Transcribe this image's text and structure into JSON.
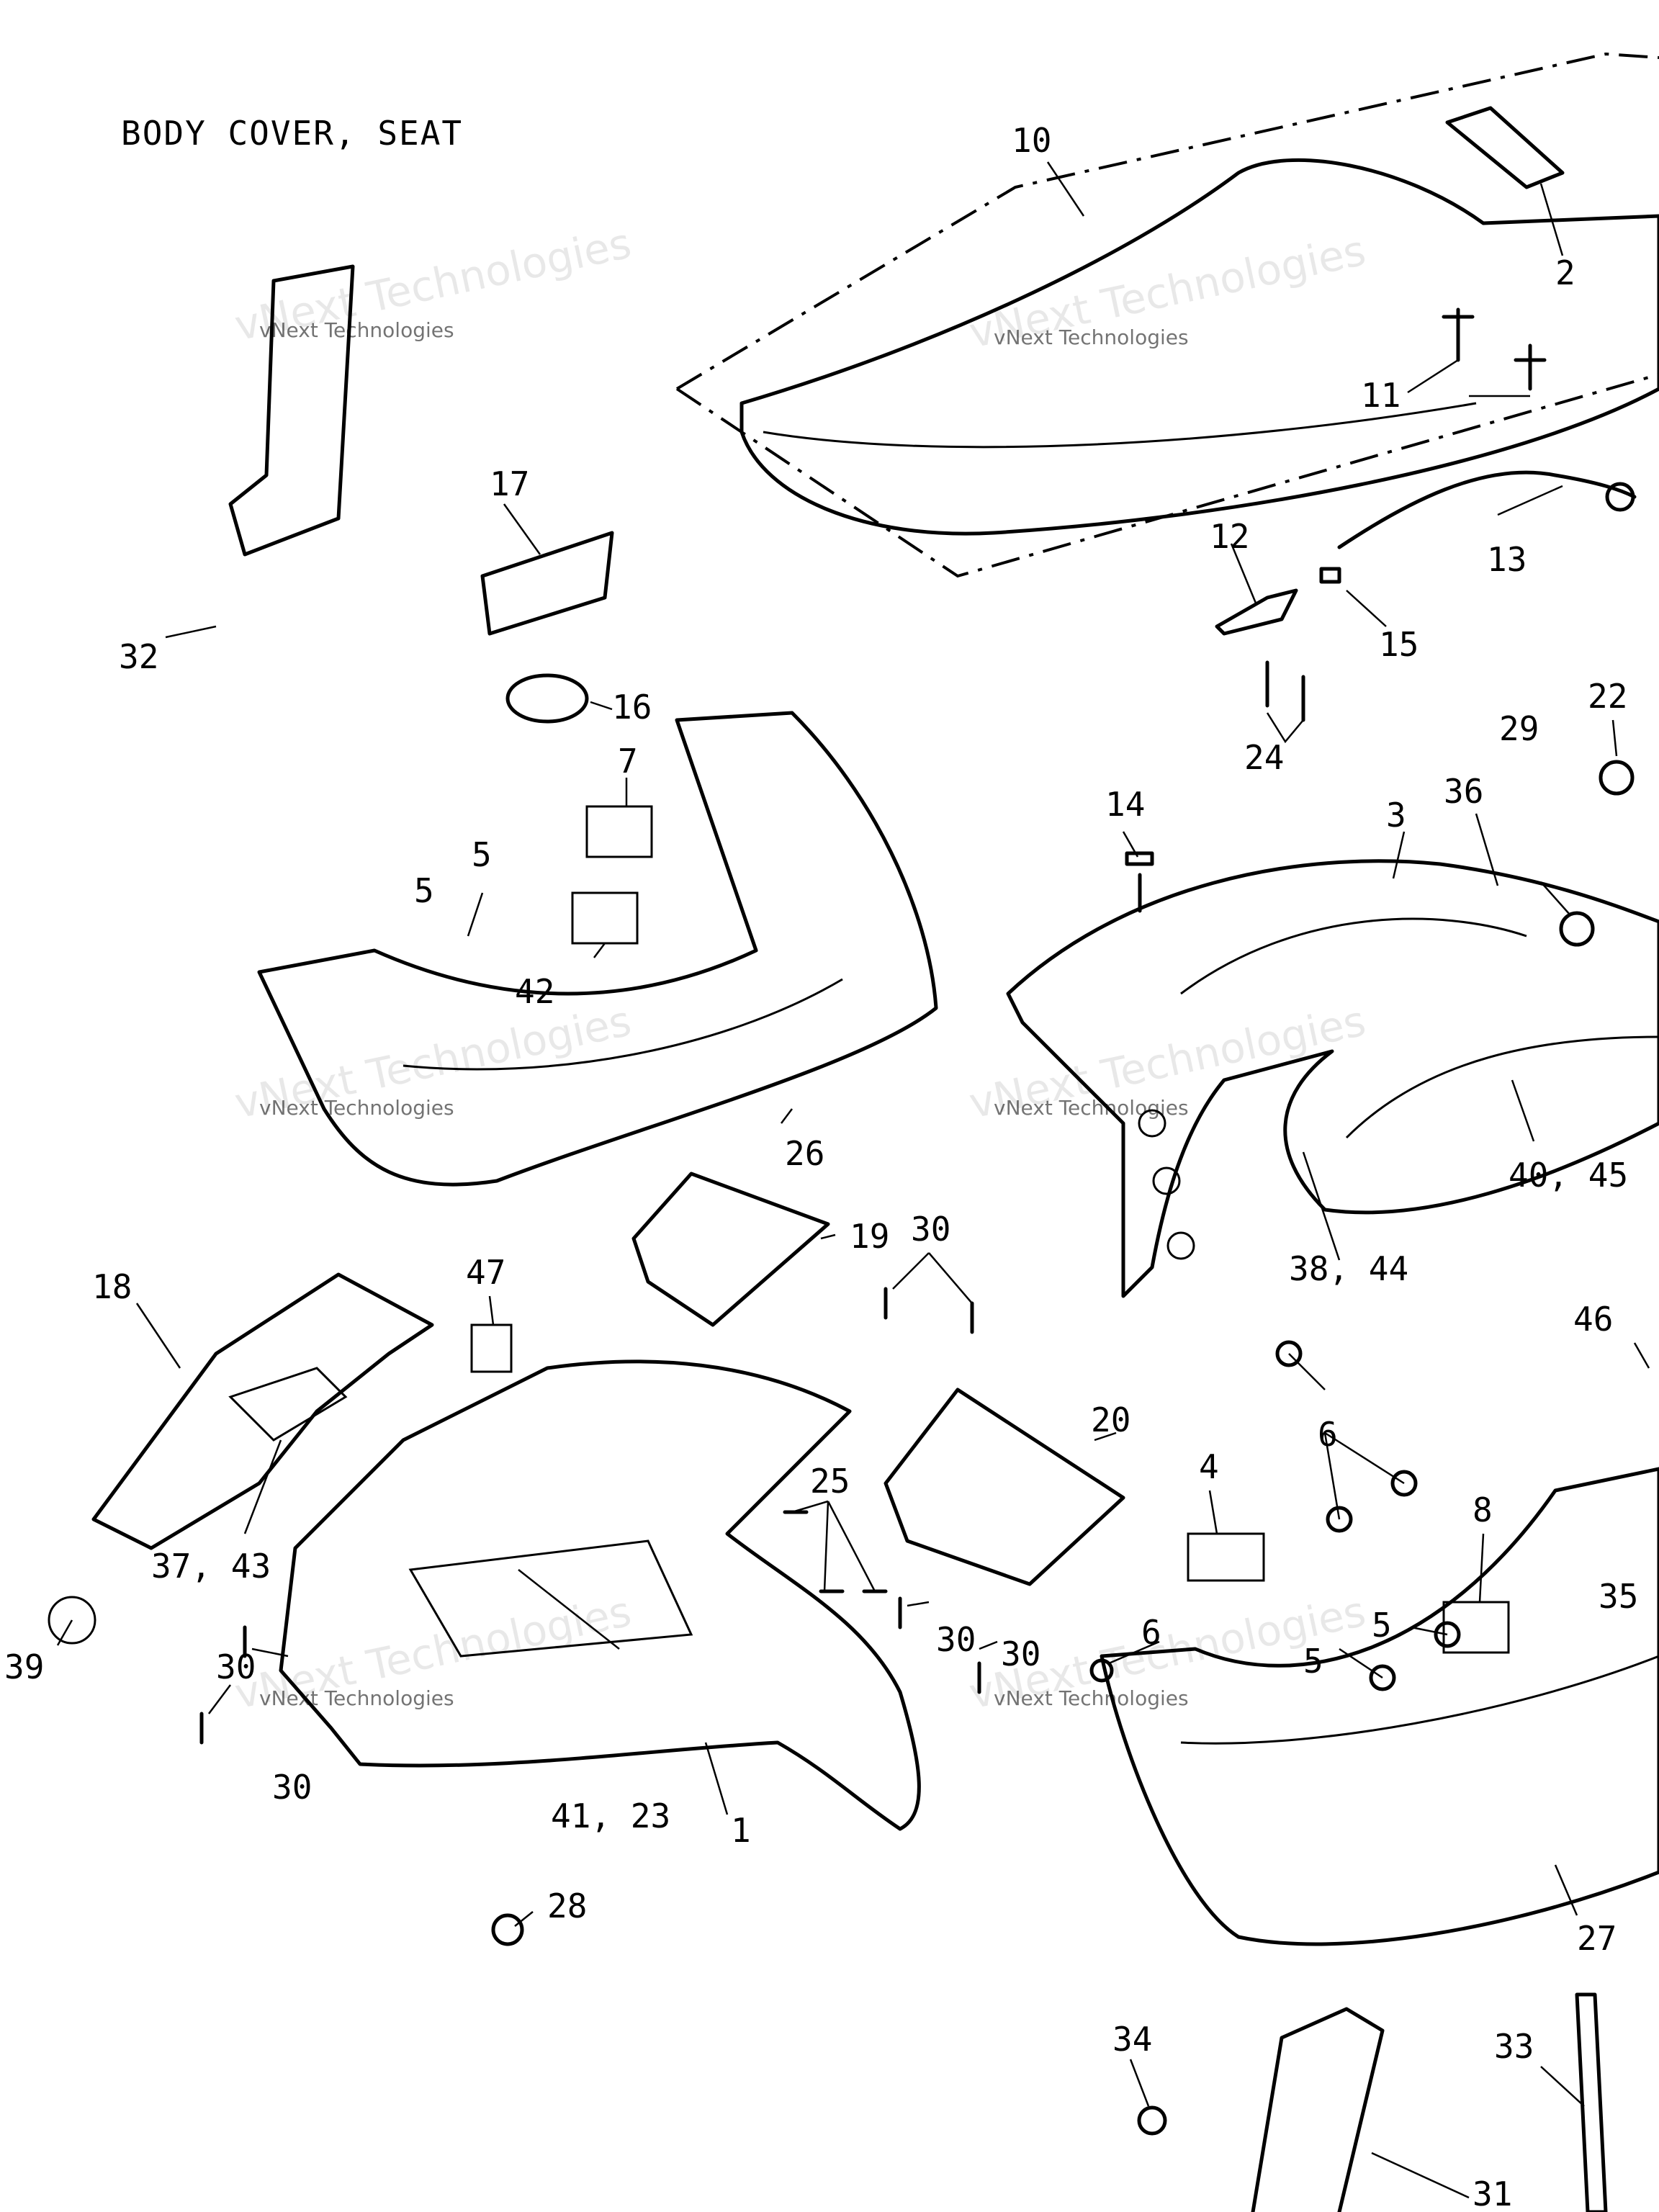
{
  "title": "BODY COVER, SEAT",
  "watermark": {
    "company": "vNext Technologies"
  },
  "callouts": [
    {
      "id": "c10",
      "text": "10"
    },
    {
      "id": "c2",
      "text": "2"
    },
    {
      "id": "c11",
      "text": "11"
    },
    {
      "id": "c13",
      "text": "13"
    },
    {
      "id": "c12",
      "text": "12"
    },
    {
      "id": "c15",
      "text": "15"
    },
    {
      "id": "c24",
      "text": "24"
    },
    {
      "id": "c22",
      "text": "22"
    },
    {
      "id": "c29",
      "text": "29"
    },
    {
      "id": "c36",
      "text": "36"
    },
    {
      "id": "c3",
      "text": "3"
    },
    {
      "id": "c14",
      "text": "14"
    },
    {
      "id": "c17",
      "text": "17"
    },
    {
      "id": "c32",
      "text": "32"
    },
    {
      "id": "c16",
      "text": "16"
    },
    {
      "id": "c7",
      "text": "7"
    },
    {
      "id": "c5a",
      "text": "5"
    },
    {
      "id": "c5b",
      "text": "5"
    },
    {
      "id": "c42",
      "text": "42"
    },
    {
      "id": "c26",
      "text": "26"
    },
    {
      "id": "c40_45",
      "text": "40, 45"
    },
    {
      "id": "c38_44",
      "text": "38, 44"
    },
    {
      "id": "c19",
      "text": "19"
    },
    {
      "id": "c30a",
      "text": "30"
    },
    {
      "id": "c18",
      "text": "18"
    },
    {
      "id": "c47",
      "text": "47"
    },
    {
      "id": "c46",
      "text": "46"
    },
    {
      "id": "c37_43",
      "text": "37, 43"
    },
    {
      "id": "c39",
      "text": "39"
    },
    {
      "id": "c20",
      "text": "20"
    },
    {
      "id": "c25",
      "text": "25"
    },
    {
      "id": "c6a",
      "text": "6"
    },
    {
      "id": "c4",
      "text": "4"
    },
    {
      "id": "c8",
      "text": "8"
    },
    {
      "id": "c5c",
      "text": "5"
    },
    {
      "id": "c5d",
      "text": "5"
    },
    {
      "id": "c35",
      "text": "35"
    },
    {
      "id": "c6b",
      "text": "6"
    },
    {
      "id": "c30b",
      "text": "30"
    },
    {
      "id": "c30c",
      "text": "30"
    },
    {
      "id": "c30d",
      "text": "30"
    },
    {
      "id": "c30e",
      "text": "30"
    },
    {
      "id": "c41_23",
      "text": "41, 23"
    },
    {
      "id": "c1",
      "text": "1"
    },
    {
      "id": "c28",
      "text": "28"
    },
    {
      "id": "c27",
      "text": "27"
    },
    {
      "id": "c34",
      "text": "34"
    },
    {
      "id": "c33",
      "text": "33"
    },
    {
      "id": "c31",
      "text": "31"
    }
  ]
}
